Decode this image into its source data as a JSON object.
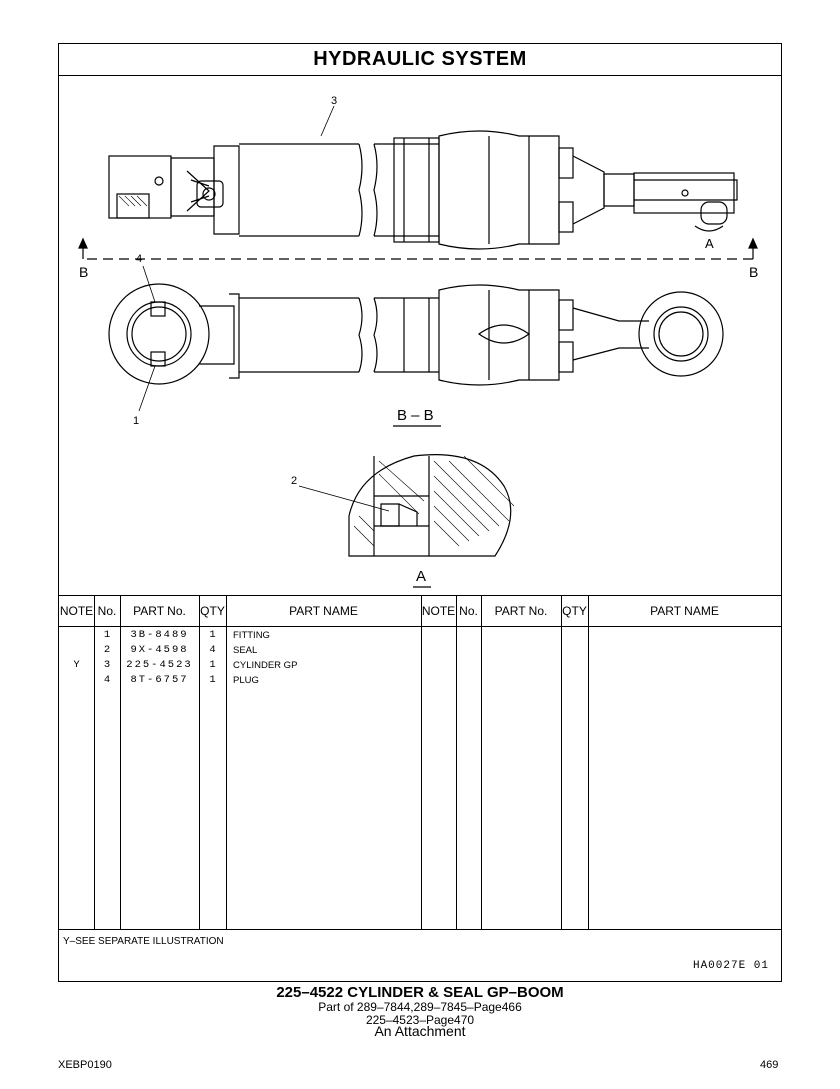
{
  "header": {
    "title": "HYDRAULIC SYSTEM"
  },
  "drawing": {
    "callouts": [
      "1",
      "2",
      "3",
      "4"
    ],
    "section_marker": "B",
    "detail_marker": "A",
    "section_label": "B – B",
    "detail_label": "A"
  },
  "table": {
    "columns": [
      "NOTE",
      "No.",
      "PART No.",
      "QTY",
      "PART NAME",
      "NOTE",
      "No.",
      "PART No.",
      "QTY",
      "PART NAME"
    ],
    "rows": [
      {
        "note": "",
        "no": "1",
        "part_no": "3B-8489",
        "qty": "1",
        "name": "FITTING"
      },
      {
        "note": "",
        "no": "2",
        "part_no": "9X-4598",
        "qty": "4",
        "name": "SEAL"
      },
      {
        "note": "Y",
        "no": "3",
        "part_no": "225-4523",
        "qty": "1",
        "name": "CYLINDER GP"
      },
      {
        "note": "",
        "no": "4",
        "part_no": "8T-6757",
        "qty": "1",
        "name": "PLUG"
      }
    ],
    "footnote": "Y–SEE SEPARATE ILLUSTRATION",
    "illustration_code": "HA0027E  01"
  },
  "caption": {
    "title": "225–4522  CYLINDER & SEAL GP–BOOM",
    "line1": "Part of 289–7844,289–7845–Page466",
    "line2": "225–4523–Page470",
    "line3": "An Attachment"
  },
  "page": {
    "doc_code": "XEBP0190",
    "number": "469"
  }
}
